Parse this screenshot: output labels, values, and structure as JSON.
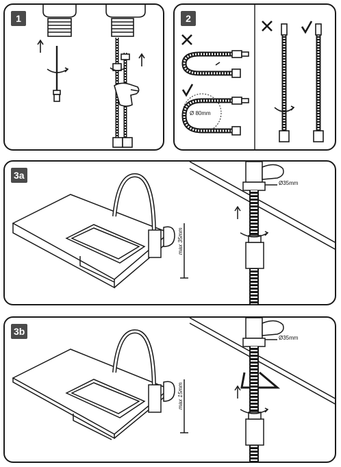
{
  "panels": {
    "p1": {
      "badge": "1"
    },
    "p2": {
      "badge": "2",
      "bend_diameter": "Ø 80mm"
    },
    "p3a": {
      "badge": "3a",
      "max_height": "max 35mm",
      "diameter": "Ø35mm"
    },
    "p3b": {
      "badge": "3b",
      "max_height": "max 15mm",
      "diameter": "Ø35mm"
    }
  },
  "icons": {
    "wrong": "cross-icon",
    "right": "check-icon"
  },
  "colors": {
    "outline": "#1a1a1a",
    "badge": "#4a4a4a",
    "fill": "#ffffff"
  }
}
